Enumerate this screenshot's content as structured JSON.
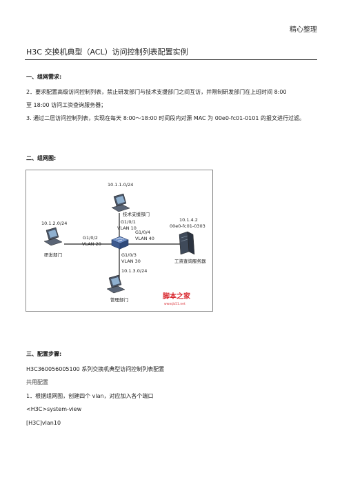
{
  "header": {
    "right": "精心整理"
  },
  "title": "H3C 交换机典型（ACL）访问控制列表配置实例",
  "sections": {
    "s1": {
      "heading": "一、组网需求:",
      "p1a": "2．要求配置高级访问控制列表，禁止研发部门与技术支援部门之间互访，并限制研发部门在上班时间 8:00",
      "p1b": "至 18:00 访问工资查询服务器；",
      "p2": "3. 通过二层访问控制列表，实现在每天 8:00～18:00 时间段内对源 MAC 为 00e0-fc01-0101 的报文进行过滤。"
    },
    "s2": {
      "heading": "二、组网图:"
    },
    "s3": {
      "heading": "三、配置步骤:",
      "model": "H3C360056005100 系列交换机典型访问控制列表配置",
      "common": "共用配置",
      "step1": "1．根据组网图，创建四个 vlan，对应加入各个端口",
      "cmd1": "<H3C>system-view",
      "cmd2": "[H3C]vlan10"
    }
  },
  "diagram": {
    "tech_net": "10.1.1.0/24",
    "tech_name": "技术支援部门",
    "rd_net": "10.1.2.0/24",
    "rd_name": "研发部门",
    "mgmt_net": "10.1.3.0/24",
    "mgmt_name": "管理部门",
    "srv_ip": "10.1.4.2",
    "srv_mac": "00e0-fc01-0303",
    "srv_name": "工资查询服务器",
    "p1_port": "G1/0/1",
    "p1_vlan": "VLAN 10",
    "p2_port": "G1/0/2",
    "p2_vlan": "VLAN 20",
    "p3_port": "G1/0/3",
    "p3_vlan": "VLAN 30",
    "p4_port": "G1/0/4",
    "p4_vlan": "VLAN 40",
    "watermark": "脚本之家",
    "watermark_url": "www.jb51.net"
  },
  "colors": {
    "watermark": "#d9282f",
    "pc": "#3f4a5a",
    "switch": "#4b6fa8"
  }
}
